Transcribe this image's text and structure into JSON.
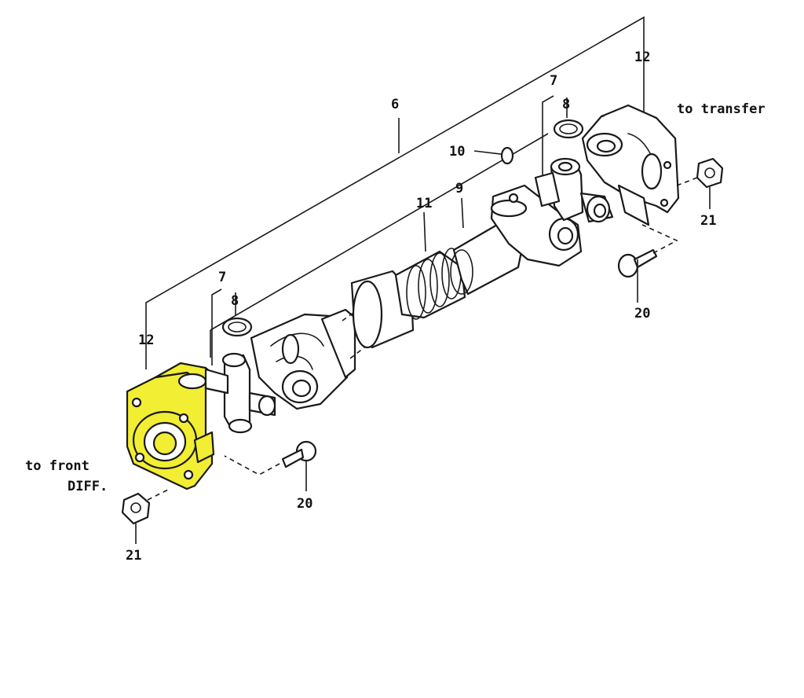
{
  "colors": {
    "highlight": "#f2ee33",
    "ink": "#1a1a1a",
    "background": "#ffffff"
  },
  "labels": {
    "to_transfer": "to transfer",
    "to_front_line1": "to front",
    "to_front_line2": "DIFF.",
    "callout_6": "6",
    "callout_7_right": "7",
    "callout_8_right": "8",
    "callout_7_left": "7",
    "callout_8_left": "8",
    "callout_9": "9",
    "callout_10": "10",
    "callout_11": "11",
    "callout_12_right": "12",
    "callout_12_left": "12",
    "callout_20_right": "20",
    "callout_20_left": "20",
    "callout_21_right": "21",
    "callout_21_left": "21"
  },
  "highlighted_part": "front-flange-yoke"
}
